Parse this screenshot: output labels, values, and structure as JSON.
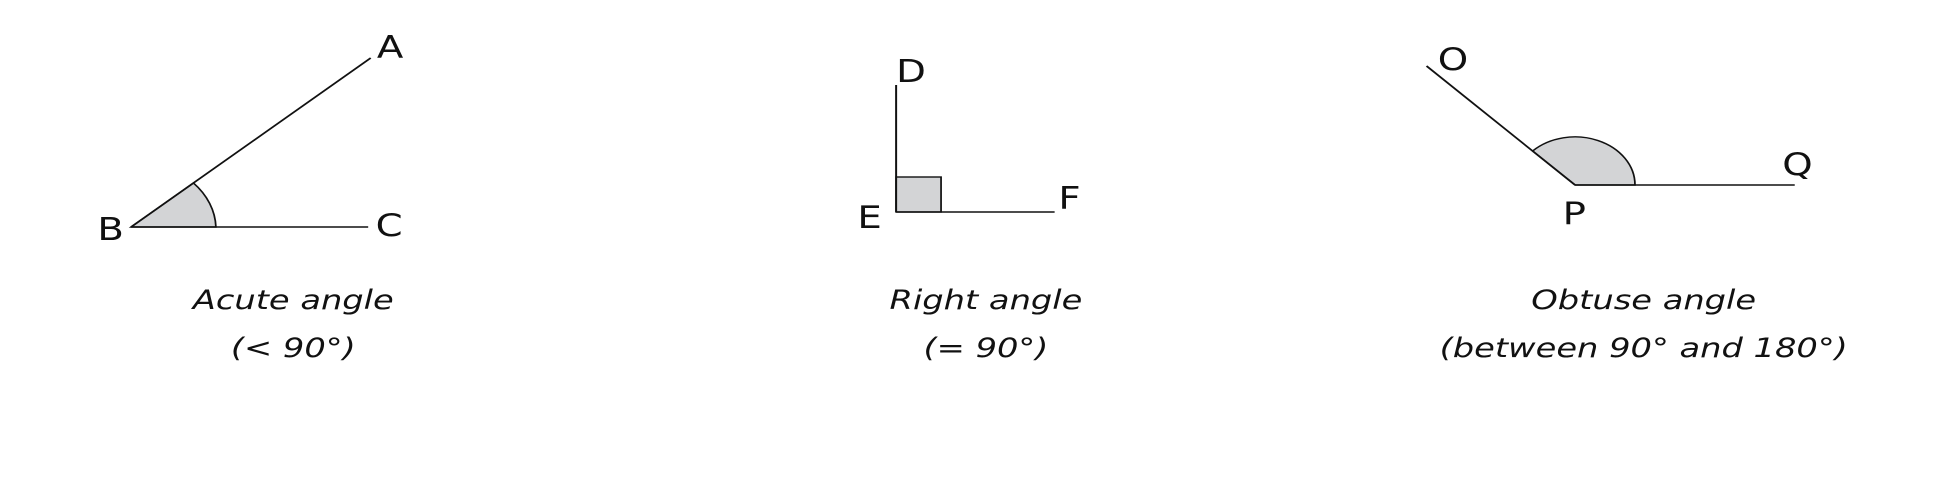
{
  "diagrams": [
    {
      "labels": {
        "end1": "A",
        "vertex": "B",
        "end2": "C"
      },
      "caption": "Acute angle",
      "subcaption": "(< 90°)"
    },
    {
      "labels": {
        "end1": "D",
        "vertex": "E",
        "end2": "F"
      },
      "caption": "Right angle",
      "subcaption": "(= 90°)"
    },
    {
      "labels": {
        "end1": "O",
        "vertex": "P",
        "end2": "Q"
      },
      "caption": "Obtuse angle",
      "subcaption": "(between 90° and 180°)"
    }
  ],
  "colors": {
    "shading": "#d3d4d6",
    "line": "#111111"
  }
}
